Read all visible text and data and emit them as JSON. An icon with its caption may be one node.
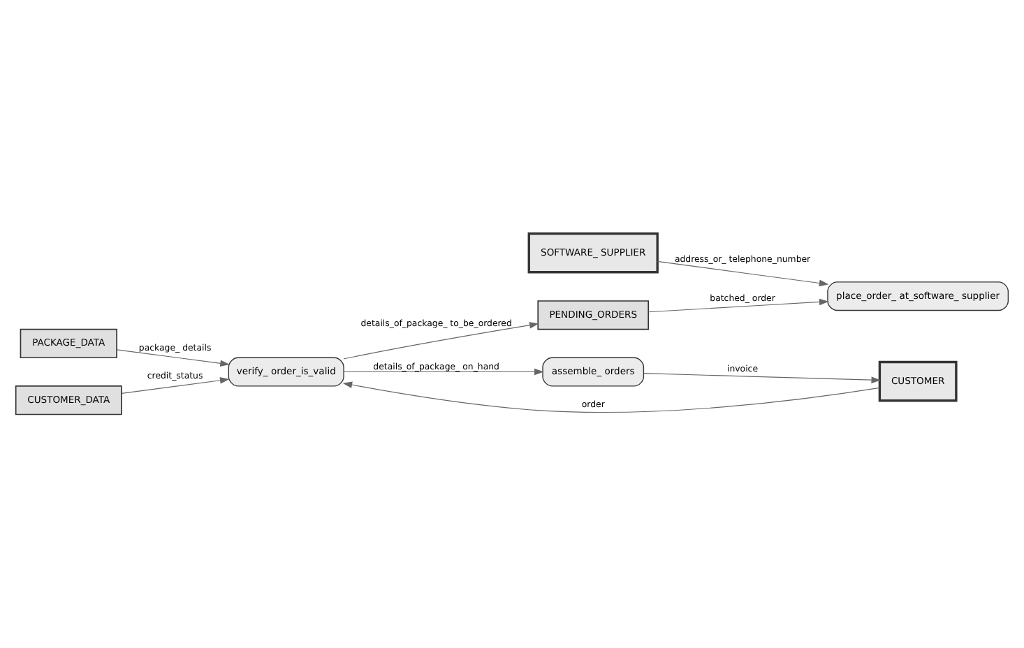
{
  "diagram": {
    "nodes": [
      {
        "text": [
          "SOFTWARE_ SUPPLIER"
        ]
      },
      {
        "text": [
          "PACKAGE_DATA"
        ]
      },
      {
        "text": [
          "CUSTOMER"
        ]
      },
      {
        "text": [
          "verify_ order_is_valid"
        ]
      },
      {
        "text": [
          "place_order_ at_software_ supplier"
        ]
      },
      {
        "text": [
          "CUSTOMER_DATA"
        ]
      },
      {
        "text": [
          "PENDING_ORDERS"
        ]
      },
      {
        "text": [
          "assemble_ orders"
        ]
      }
    ],
    "edges": [
      {
        "from": 1,
        "to": 3,
        "arrow": "to",
        "label": "package_ details"
      },
      {
        "from": 2,
        "to": 3,
        "arrow": "to",
        "label": "order"
      },
      {
        "from": 0,
        "to": 4,
        "arrow": "to",
        "label": "address_or_ telephone_number"
      },
      {
        "from": 3,
        "to": 6,
        "arrow": "to",
        "label": "details_of_package_ to_be_ordered"
      },
      {
        "from": 5,
        "to": 3,
        "arrow": "to",
        "label": "credit_status"
      },
      {
        "from": 6,
        "to": 4,
        "arrow": "to",
        "label": "batched_ order"
      },
      {
        "from": 3,
        "to": 7,
        "arrow": "to",
        "label": "details_of_package_ on_hand"
      },
      {
        "from": 7,
        "to": 2,
        "arrow": "to",
        "label": "invoice"
      }
    ]
  }
}
